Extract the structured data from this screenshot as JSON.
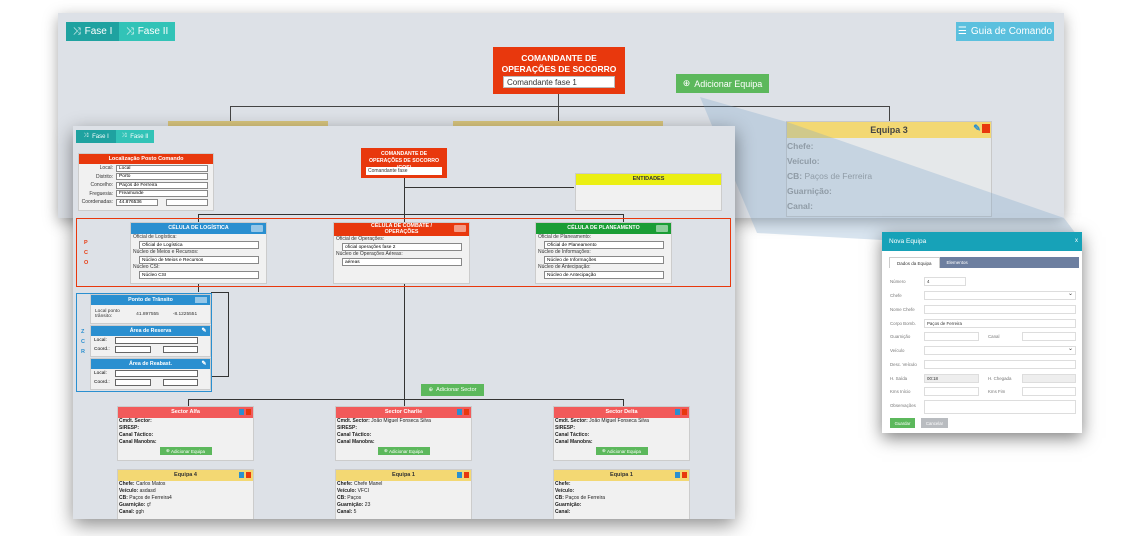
{
  "back": {
    "phase1_label": "Fase I",
    "phase2_label": "Fase II",
    "guide_label": "Guia de Comando",
    "cos_title": "COMANDANTE DE OPERAÇÕES DE SOCORRO (COS)",
    "cos_value": "Comandante fase 1",
    "add_team_label": "Adicionar Equipa",
    "team3": {
      "title": "Equipa 3",
      "rows": [
        {
          "label": "Chefe:",
          "value": ""
        },
        {
          "label": "Veículo:",
          "value": ""
        },
        {
          "label": "CB:",
          "value": "Paços de Ferreira"
        },
        {
          "label": "Guarnição:",
          "value": ""
        },
        {
          "label": "Canal:",
          "value": ""
        }
      ]
    }
  },
  "front": {
    "phase1_label": "Fase I",
    "phase2_label": "Fase II",
    "loc": {
      "title": "Localização Posto Comando",
      "rows": [
        {
          "label": "Local:",
          "value": "Local"
        },
        {
          "label": "Distrito:",
          "value": "Porto"
        },
        {
          "label": "Concelho:",
          "value": "Paços de Ferreira"
        },
        {
          "label": "Freguesia:",
          "value": "Freamunde"
        },
        {
          "label": "Coordenadas:",
          "value": "44.876536"
        }
      ]
    },
    "cos_title": "COMANDANTE DE OPERAÇÕES DE SOCORRO (COS)",
    "cos_value": "Comandante fase",
    "entities_title": "ENTIDADES",
    "pco_letters": [
      "P",
      "C",
      "O"
    ],
    "cells": [
      {
        "title": "CÉLULA DE LOGÍSTICA",
        "color": "#2a8fd0",
        "l1": "Oficial de Logística:",
        "v1": "Oficial de Logística",
        "l2": "Núcleo de Meios e Recursos:",
        "v2": "Núcleo de Meios e Recursos",
        "l3": "Núcleo CSI:",
        "v3": "Núcleo CSI"
      },
      {
        "title": "CÉLULA DE COMBATE / OPERAÇÕES",
        "color": "#e8380d",
        "l1": "Oficial de Operações:",
        "v1": "oficial operações fase 2",
        "l2": "Núcleo de Operações Aéreas:",
        "v2": "aéreas",
        "l3": "",
        "v3": ""
      },
      {
        "title": "CÉLULA DE PLANEAMENTO",
        "color": "#1a9d35",
        "l1": "Oficial de Planeamento:",
        "v1": "Oficial de Planeamento",
        "l2": "Núcleo de Informações:",
        "v2": "Núcleo de Informações",
        "l3": "Núcleo de Antecipação:",
        "v3": "Núcleo de Antecipação"
      }
    ],
    "zcr_letters": [
      "Z",
      "C",
      "R"
    ],
    "transit": {
      "title": "Ponto de Trânsito",
      "label": "Local ponto trânsito:",
      "lat": "41.897555",
      "lon": "-8.1225551"
    },
    "reserve": {
      "title": "Área de Reserva",
      "local": "Local:",
      "coord": "Coord.:"
    },
    "resupply": {
      "title": "Área de Reabast.",
      "local": "Local:",
      "coord": "Coord.:"
    },
    "add_sector_label": "Adicionar Sector",
    "sector_labels": {
      "cmd": "Cmdt. Sector:",
      "siresp": "SIRESP:",
      "tac": "Canal Táctico:",
      "man": "Canal Manobra:",
      "add": "Adicionar Equipa"
    },
    "sectors": [
      {
        "title": "Sector Alfa",
        "cmd": ""
      },
      {
        "title": "Sector Charlie",
        "cmd": "João Miguel Fonseca Silva"
      },
      {
        "title": "Sector Delta",
        "cmd": "João Miguel Fonseca Silva"
      }
    ],
    "team_labels": {
      "chefe": "Chefe:",
      "veic": "Veículo:",
      "cb": "CB:",
      "guar": "Guarnição:",
      "canal": "Canal:"
    },
    "teams": [
      {
        "title": "Equipa 4",
        "chefe": "Carlos Matos",
        "veic": "asdasd",
        "cb": "Paços de Ferreira4",
        "guar": "çf",
        "canal": "ggh"
      },
      {
        "title": "Equipa 1",
        "chefe": "Chefe Manel",
        "veic": "VFCI",
        "cb": "Paços",
        "guar": "23",
        "canal": "5"
      },
      {
        "title": "Equipa 1",
        "chefe": "",
        "veic": "",
        "cb": "Paços de Ferreira",
        "guar": "",
        "canal": ""
      }
    ]
  },
  "modal": {
    "title": "Nova Equipa",
    "close": "x",
    "tab_data": "Dados da Equipa",
    "tab_elements": "Elementos",
    "numero_label": "Número",
    "numero_value": "4",
    "chefe_label": "Chefe",
    "nome_chefe_label": "Nome Chefe",
    "corpo_label": "Corpo Bomb.",
    "corpo_value": "Paços de Ferreira",
    "guarnicao_label": "Guarnição",
    "canal_label": "Canal",
    "veiculo_label": "Veículo",
    "desc_label": "Desc. Veículo",
    "hsaida_label": "H. Saída",
    "hsaida_value": "00:18",
    "hchegada_label": "H. Chegada",
    "kms_ini_label": "Kms Início",
    "kms_fim_label": "Kms Fim",
    "obs_label": "Observações",
    "save_label": "Guardar",
    "cancel_label": "Cancelar"
  }
}
